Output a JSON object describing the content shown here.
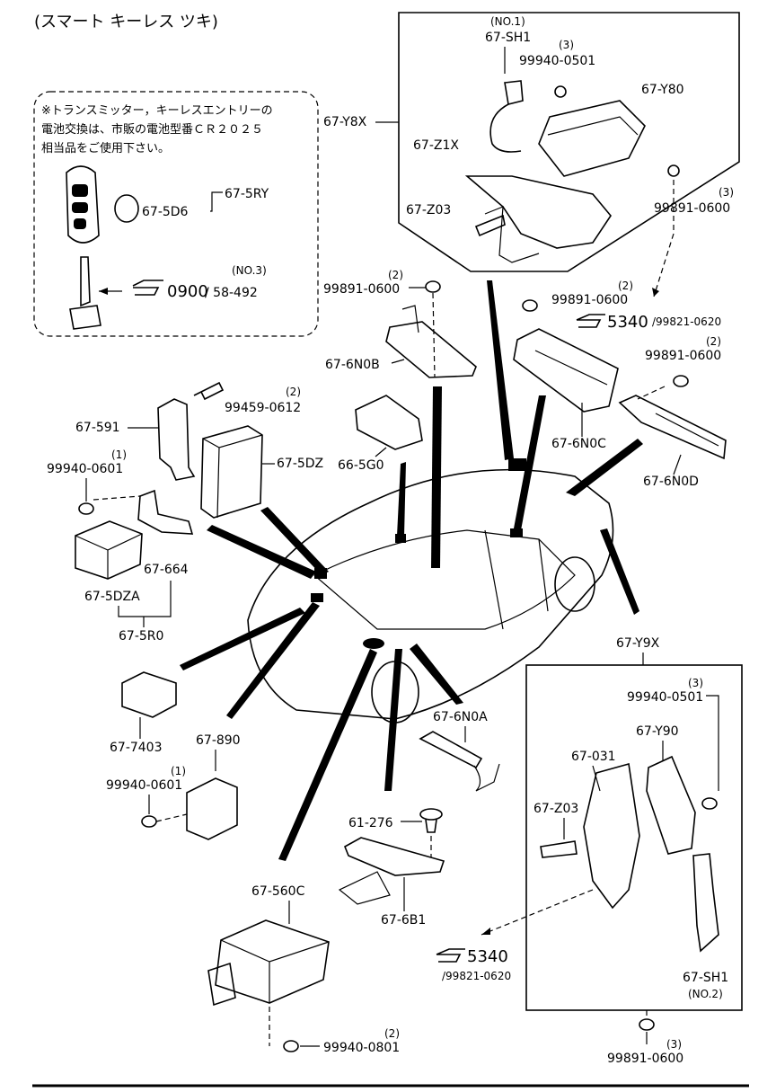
{
  "header": {
    "title": "(スマート キーレス ツキ)"
  },
  "note": {
    "line1": "※トランスミッター，キーレスエントリーの",
    "line2": "電池交換は、市販の電池型番ＣＲ２０２５",
    "line3": "相当品をご使用下さい。"
  },
  "key_group": {
    "label_5ry": "67-5RY",
    "label_5d6": "67-5D6",
    "ref_no": "(NO.3)",
    "ref_main": "0900",
    "ref_sub": "/ 58-492"
  },
  "top_box": {
    "group_label": "67-Y8X",
    "no1": "(NO.1)",
    "sh1": "67-SH1",
    "qty_0501": "(3)",
    "nut_0501": "99940-0501",
    "y80": "67-Y80",
    "z1x": "67-Z1X",
    "z03": "67-Z03",
    "qty_0600": "(3)",
    "nut_0600": "99891-0600"
  },
  "right_box": {
    "group_label": "67-Y9X",
    "qty_0501": "(3)",
    "nut_0501": "99940-0501",
    "y90": "67-Y90",
    "p031": "67-031",
    "z03": "67-Z03",
    "sh1": "67-SH1",
    "no2": "(NO.2)"
  },
  "refs": {
    "ref_5340_top": "5340",
    "ref_5340_top_sub": "/99821-0620",
    "ref_5340_bot": "5340",
    "ref_5340_bot_sub": "/99821-0620"
  },
  "labels": {
    "q_0600_a": "(2)",
    "n_0600_a": "99891-0600",
    "n0b": "67-6N0B",
    "q_0600_b": "(2)",
    "n_0600_b": "99891-0600",
    "q_0600_c": "(2)",
    "n_0600_c": "99891-0600",
    "n0c": "67-6N0C",
    "n0d": "67-6N0D",
    "p591": "67-591",
    "q_0612": "(2)",
    "n_0612": "99459-0612",
    "p5dz": "67-5DZ",
    "p5g0": "66-5G0",
    "q_0601_a": "(1)",
    "n_0601_a": "99940-0601",
    "p664": "67-664",
    "p5dza": "67-5DZA",
    "p5r0": "67-5R0",
    "p7403": "67-7403",
    "p890": "67-890",
    "q_0601_b": "(1)",
    "n_0601_b": "99940-0601",
    "n0a": "67-6N0A",
    "p276": "61-276",
    "p6b1": "67-6B1",
    "p560c": "67-560C",
    "q_0801": "(2)",
    "n_0801": "99940-0801",
    "q_0600_d": "(3)",
    "n_0600_d": "99891-0600"
  },
  "icons": [
    "pointing-hand-icon"
  ]
}
